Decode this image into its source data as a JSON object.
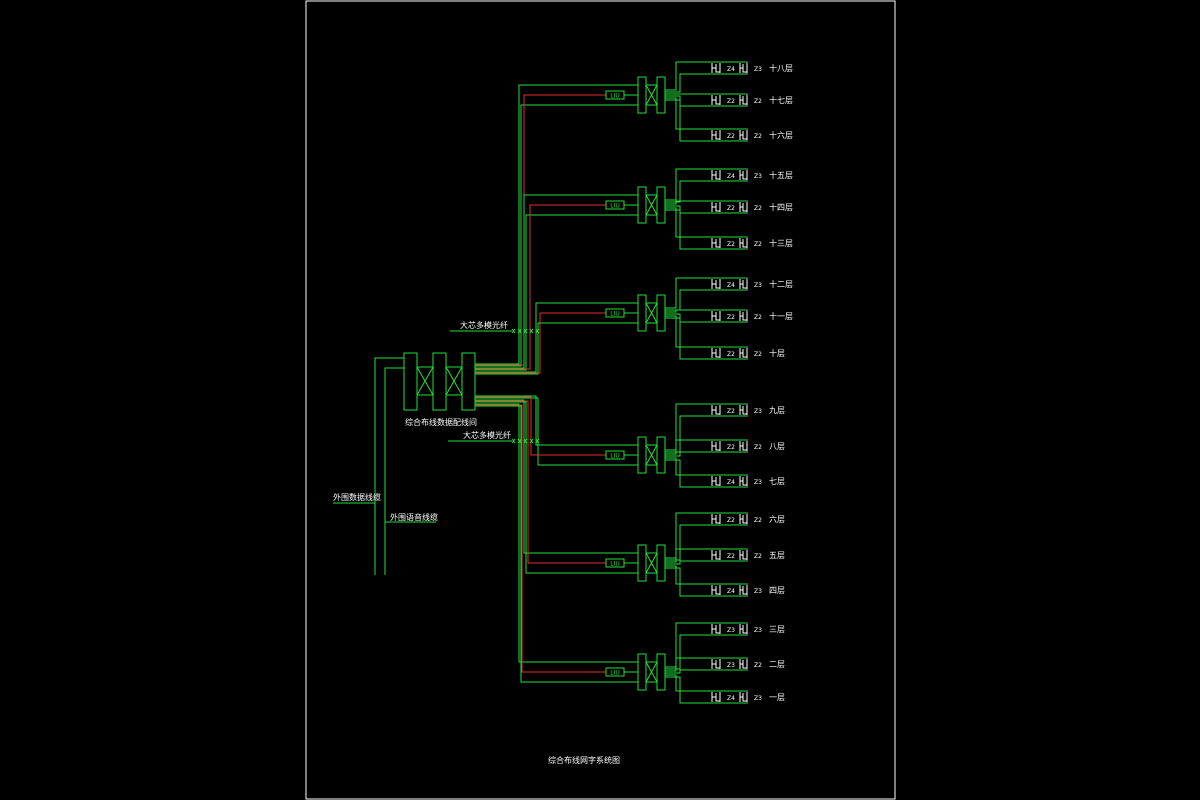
{
  "title": "综合布线网字系统图",
  "colors": {
    "background": "#000000",
    "frame": "#ffffff",
    "cable": "#22e03a",
    "fiber": "#e03030",
    "text": "#ffffff"
  },
  "labels": {
    "main_room": "综合布线数据配线间",
    "fiber_upper": "大芯多模光纤",
    "fiber_lower": "大芯多模光纤",
    "outside_data": "外围数据线缆",
    "outside_voice": "外围语音线缆",
    "liu": "LIU"
  },
  "floors": [
    {
      "name": "十八层",
      "codes": [
        "Z4",
        "Z3"
      ]
    },
    {
      "name": "十七层",
      "codes": [
        "Z2",
        "Z2"
      ]
    },
    {
      "name": "十六层",
      "codes": [
        "Z2",
        "Z2"
      ]
    },
    {
      "name": "十五层",
      "codes": [
        "Z4",
        "Z3"
      ]
    },
    {
      "name": "十四层",
      "codes": [
        "Z2",
        "Z2"
      ]
    },
    {
      "name": "十三层",
      "codes": [
        "Z2",
        "Z2"
      ]
    },
    {
      "name": "十二层",
      "codes": [
        "Z4",
        "Z3"
      ]
    },
    {
      "name": "十一层",
      "codes": [
        "Z2",
        "Z2"
      ]
    },
    {
      "name": "十层",
      "codes": [
        "Z2",
        "Z2"
      ]
    },
    {
      "name": "九层",
      "codes": [
        "Z2",
        "Z3"
      ]
    },
    {
      "name": "八层",
      "codes": [
        "Z2",
        "Z2"
      ]
    },
    {
      "name": "七层",
      "codes": [
        "Z4",
        "Z3"
      ]
    },
    {
      "name": "六层",
      "codes": [
        "Z2",
        "Z2"
      ]
    },
    {
      "name": "五层",
      "codes": [
        "Z2",
        "Z2"
      ]
    },
    {
      "name": "四层",
      "codes": [
        "Z4",
        "Z3"
      ]
    },
    {
      "name": "三层",
      "codes": [
        "Z3",
        "Z3"
      ]
    },
    {
      "name": "二层",
      "codes": [
        "Z3",
        "Z2"
      ]
    },
    {
      "name": "一层",
      "codes": [
        "Z4",
        "Z3"
      ]
    }
  ]
}
